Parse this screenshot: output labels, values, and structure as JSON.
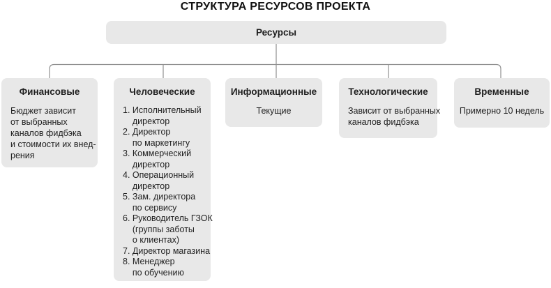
{
  "title": "СТРУКТУРА РЕСУРСОВ ПРОЕКТА",
  "root": {
    "label": "Ресурсы"
  },
  "branches": [
    {
      "id": "financial",
      "title": "Финансовые",
      "lines": [
        "Бюджет зависит",
        "от выбранных",
        "каналов фидбэка",
        "и стоимости их внед-",
        "рения"
      ],
      "align": "left"
    },
    {
      "id": "human",
      "title": "Человеческие",
      "lines": [
        "1. Исполнительный",
        "    директор",
        "2. Директор",
        "    по маркетингу",
        "3. Коммерческий",
        "    директор",
        "4. Операционный",
        "    директор",
        "5. Зам. директора",
        "    по сервису",
        "6. Руководитель ГЗОК",
        "    (группы заботы",
        "    о клиентах)",
        "7. Директор магазина",
        "8. Менеджер",
        "    по обучению"
      ],
      "align": "left"
    },
    {
      "id": "informational",
      "title": "Информационные",
      "lines": [
        "Текущие"
      ],
      "align": "center"
    },
    {
      "id": "technological",
      "title": "Технологические",
      "lines": [
        "Зависит от выбранных",
        "каналов фидбэка"
      ],
      "align": "left"
    },
    {
      "id": "temporal",
      "title": "Временные",
      "lines": [
        "Примерно 10 недель"
      ],
      "align": "center"
    }
  ],
  "colors": {
    "box_fill": "#e8e8e8",
    "line": "#8f8f8f",
    "text": "#1f1f1f",
    "title": "#111111"
  }
}
